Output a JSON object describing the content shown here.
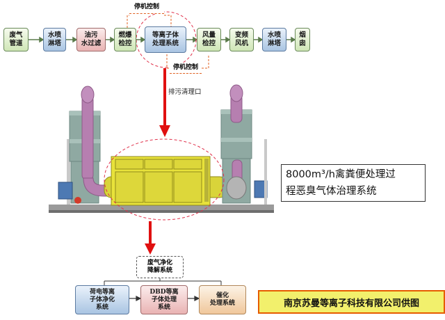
{
  "flow": {
    "exhaust_pipe": "废气\n管道",
    "water_tower_1": "水喷\n淋塔",
    "oil_filter": "油污\n水过滤",
    "explosion_control": "燃爆\n检控",
    "plasma_system": "等离子体\n处理系统",
    "airflow_control": "风量\n检控",
    "vfd_fan": "变频\n风机",
    "water_tower_2": "水喷\n淋塔",
    "chimney": "烟\n囱",
    "stop_control_top": "停机控制",
    "stop_control_bottom": "停机控制",
    "drain_outlet": "排污清理口"
  },
  "caption": {
    "line1": "8000m³/h禽粪便处理过",
    "line2": "程恶臭气体治理系统"
  },
  "subsystem": {
    "title": "废气净化\n降解系统",
    "corona": "荷电等离\n子体净化\n系统",
    "dbd": "DBD等离\n子体处理\n系统",
    "catalysis": "催化\n处理系统"
  },
  "supplier": "南京苏曼等离子科技有限公司供图",
  "colors": {
    "arrow_red": "#e01010",
    "ellipse_red": "#e0304a",
    "machine_yellow": "#e8e23a",
    "tower_purple": "#b67fb0",
    "tower_green": "#8fa9a2"
  }
}
